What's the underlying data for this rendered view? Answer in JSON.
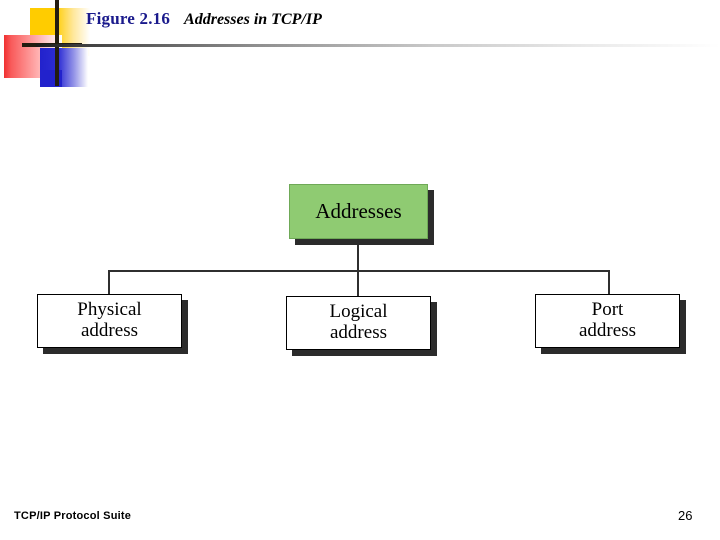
{
  "slide": {
    "figure_label": "Figure 2.16",
    "figure_caption": "Addresses in TCP/IP",
    "footer_text": "TCP/IP Protocol Suite",
    "page_number": "26"
  },
  "colors": {
    "figure_label": "#1A1A8C",
    "root_node_fill": "#8FCB72",
    "leaf_node_fill": "#FFFFFF",
    "shadow": "#2B2B2B",
    "connector": "#2F2F2F",
    "deco_yellow": "#FFCC00",
    "deco_red": "#F03030",
    "deco_blue": "#2222CC",
    "deco_bar": "#221C10"
  },
  "diagram": {
    "root": {
      "label": "Addresses"
    },
    "children": [
      {
        "id": "physical",
        "line1": "Physical",
        "line2": "address"
      },
      {
        "id": "logical",
        "line1": "Logical",
        "line2": "address"
      },
      {
        "id": "port",
        "line1": "Port",
        "line2": "address"
      }
    ]
  }
}
